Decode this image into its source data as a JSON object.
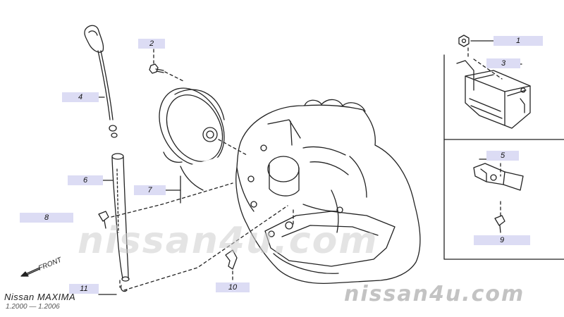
{
  "brand": {
    "model": "Nissan MAXIMA",
    "period": "1.2000 — 1.2006"
  },
  "watermark": {
    "main": "nissan4u.com",
    "corner": "nissan4u.com"
  },
  "front_label": "FRONT",
  "callouts": [
    {
      "id": "1",
      "text": "1"
    },
    {
      "id": "2",
      "text": "2"
    },
    {
      "id": "3",
      "text": "3"
    },
    {
      "id": "4",
      "text": "4"
    },
    {
      "id": "5",
      "text": "5"
    },
    {
      "id": "6",
      "text": "6"
    },
    {
      "id": "7",
      "text": "7"
    },
    {
      "id": "8",
      "text": "8"
    },
    {
      "id": "9",
      "text": "9"
    },
    {
      "id": "10",
      "text": "10"
    },
    {
      "id": "11",
      "text": "11"
    }
  ],
  "colors": {
    "callout_bg": "#dcdcf4",
    "line": "#222222",
    "watermark": "#cfcfcf"
  }
}
